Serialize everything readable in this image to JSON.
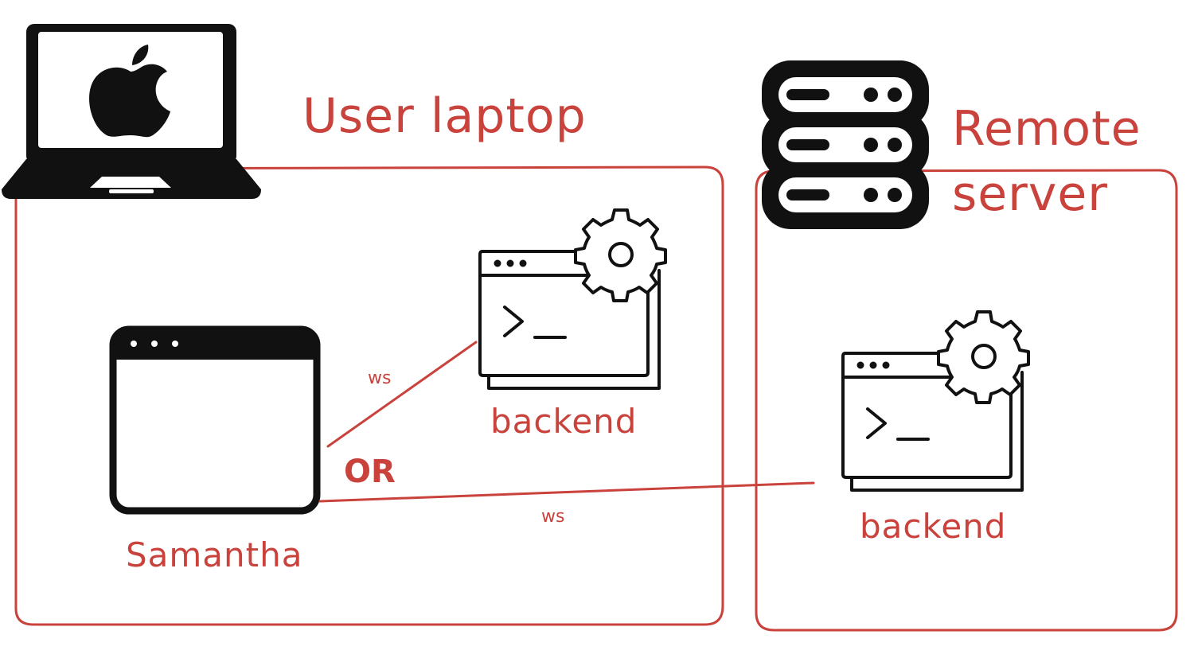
{
  "zones": {
    "user_laptop": {
      "label": "User laptop"
    },
    "remote_server": {
      "label_line1": "Remote",
      "label_line2": "server"
    }
  },
  "nodes": {
    "samantha": {
      "label": "Samantha",
      "icon": "browser-window-icon"
    },
    "backend_local": {
      "label": "backend",
      "icon": "terminal-gear-icon"
    },
    "backend_remote": {
      "label": "backend",
      "icon": "terminal-gear-icon"
    }
  },
  "icons": {
    "laptop": "apple-laptop-icon",
    "server": "server-rack-icon"
  },
  "edges": {
    "local": {
      "from": "Samantha",
      "to": "backend",
      "label": "ws"
    },
    "remote": {
      "from": "Samantha",
      "to": "backend",
      "label": "ws"
    },
    "separator": "OR"
  },
  "colors": {
    "accent": "#c9423c",
    "ink": "#111111"
  }
}
